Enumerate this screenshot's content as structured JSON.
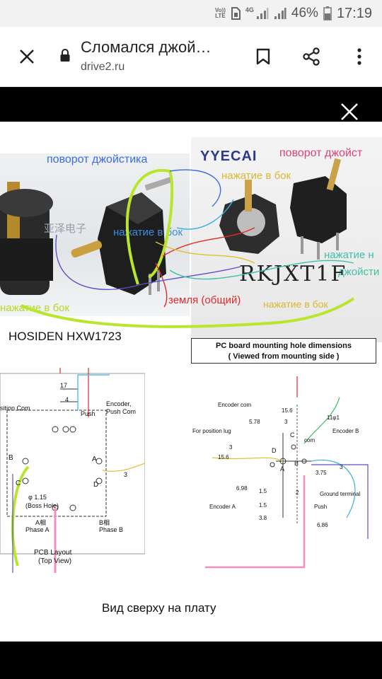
{
  "status_bar": {
    "volte_top": "Vo))",
    "volte_bottom": "LTE",
    "network": "4G",
    "battery": "46%",
    "time": "17:19",
    "icons": [
      "volte-icon",
      "sim-icon",
      "signal-icon",
      "signal-icon-2",
      "battery-icon"
    ]
  },
  "app_bar": {
    "title": "Сломался джой…",
    "url": "drive2.ru",
    "icons": [
      "close-icon",
      "lock-icon",
      "bookmark-icon",
      "share-icon",
      "more-vert-icon"
    ]
  },
  "viewer": {
    "close_icon": "close-icon"
  },
  "image": {
    "hosiden_label": "HOSIDEN HXW1723",
    "pc_board_title": "PC board mounting hole dimensions",
    "pc_board_subtitle": "( Viewed from mounting side )",
    "bottom_caption": "Вид сверху на плату",
    "logo_text": "YYECAI",
    "handwriting": "RKJXT1F",
    "watermark": "亚泽电子",
    "annotations": {
      "rotation_left": "поворот джойстика",
      "rotation_right": "поворот джойст",
      "press_side_right_top": "нажатие в бок",
      "press_side_middle": "нажатие в бок",
      "press_side_right": "нажатие н",
      "joystick_right": "джойсти",
      "ground_common": "земля (общий)",
      "press_side_left": "нажатие в бок",
      "press_side_bottom_right": "нажатие в бок"
    },
    "pcb_left": {
      "dim_17": "17",
      "dim_4": "4",
      "position_com": "sition Com",
      "push": "Push",
      "encoder_push_com_1": "Encoder,",
      "encoder_push_com_2": "Push Com",
      "hole_label": "φ 1.15",
      "boss_hole": "(Boss Hole)",
      "a_phase_1": "A相",
      "a_phase_2": "Phase A",
      "b_phase_1": "B相",
      "b_phase_2": "Phase B",
      "pin_a": "A",
      "pin_b": "B",
      "pin_c": "C",
      "pin_d": "D",
      "dim_3": "3",
      "pcb_layout": "PCB Layout",
      "top_view": "(Top View)"
    },
    "pcb_right": {
      "encoder_com": "Encoder com",
      "dim_15_6": "15.6",
      "dim_5_78": "5.78",
      "dim_3_top": "3",
      "dim_11": "11φ1",
      "for_position_lug": "For position lug",
      "encoder_b": "Encoder B",
      "com": "com",
      "dim_15_6_side": "15.6",
      "dim_3_left": "3",
      "pin_d": "D",
      "pin_c": "C",
      "pin_a": "A",
      "pin_b": "B",
      "dim_3_75": "3.75",
      "dim_3_right": "3",
      "dim_6_98": "6.98",
      "dim_1_5_v": "1.5",
      "dim_2": "2",
      "ground_terminal": "Ground terminal",
      "encoder_a": "Encoder A",
      "dim_1_5_h": "1.5",
      "push": "Push",
      "dim_3_8": "3.8",
      "dim_6_86": "6.86"
    }
  }
}
